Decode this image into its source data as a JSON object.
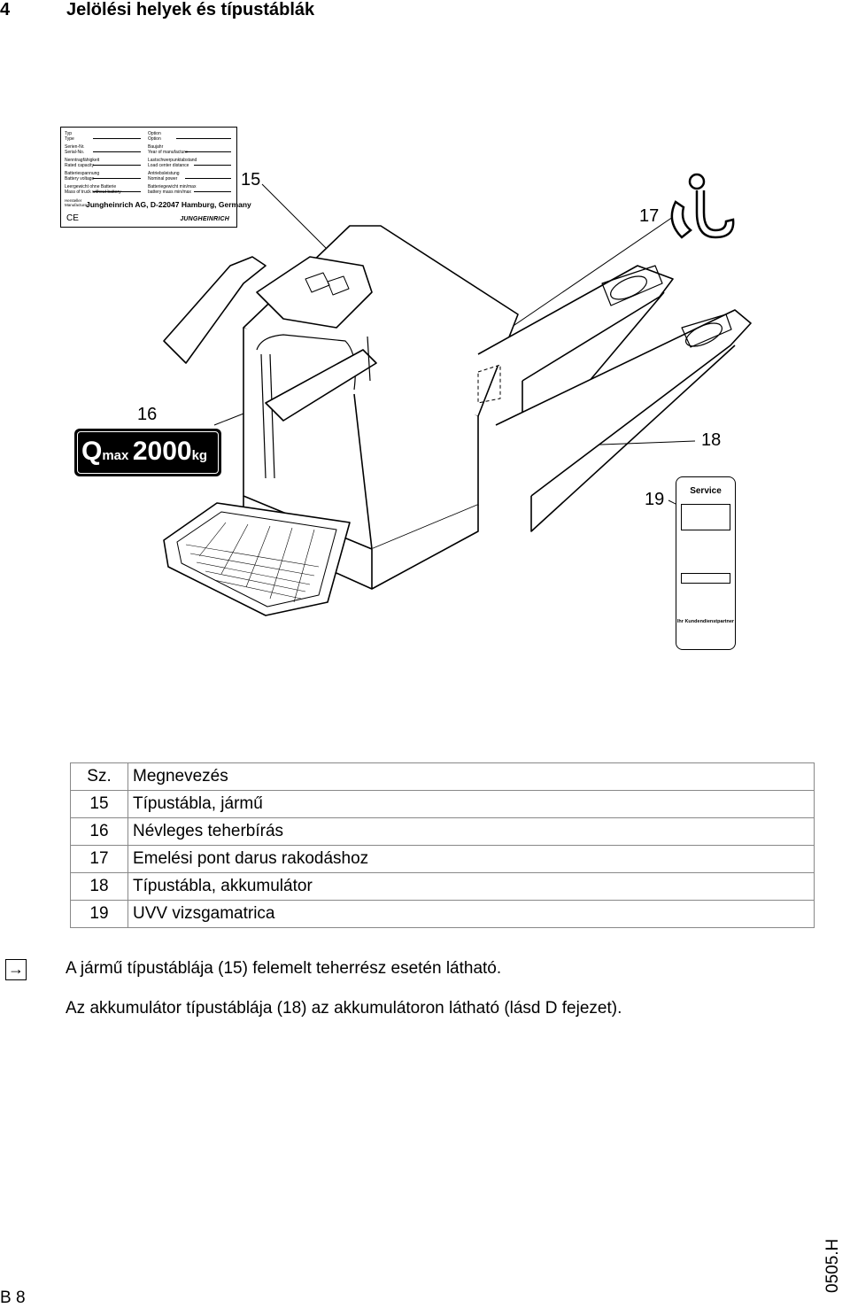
{
  "header": {
    "number": "4",
    "title": "Jelölési helyek és típustáblák"
  },
  "type_plate": {
    "rows": [
      {
        "left": "Typ\nType",
        "right": "Option\nOption"
      },
      {
        "left": "Serien-Nr.\nSerial-No.",
        "right": "Baujahr\nYear of manufacture"
      },
      {
        "left": "Nenntragfähigkeit\nRated capacity",
        "right": "Lastschwerpunktabstand\nLoad center distance"
      },
      {
        "left": "Batteriespannung\nBattery voltage",
        "right": "Antriebsleistung\nNominal power"
      },
      {
        "left": "Leergewicht ohne Batterie\nMass of truck without battery",
        "right": "Batteriegewicht min/max\nbattery mass min/max"
      }
    ],
    "manufacturer_label": "Hersteller\nManufacturer",
    "manufacturer": "Jungheinrich AG, D-22047 Hamburg, Germany",
    "ce_mark": "CE",
    "brand": "JUNGHEINRICH"
  },
  "callouts": {
    "c15": "15",
    "c16": "16",
    "c17": "17",
    "c18": "18",
    "c19": "19"
  },
  "capacity_badge": {
    "q": "Q",
    "sub_max": "max",
    "value": "2000",
    "unit": "kg"
  },
  "service_sticker": {
    "title": "Service",
    "footer": "Ihr Kundendienstpartner",
    "phone_icon": "telephone-icon"
  },
  "legend_table": {
    "header": {
      "no": "Sz.",
      "name": "Megnevezés"
    },
    "rows": [
      {
        "no": "15",
        "name": "Típustábla, jármű"
      },
      {
        "no": "16",
        "name": "Névleges teherbírás"
      },
      {
        "no": "17",
        "name": "Emelési pont darus rakodáshoz"
      },
      {
        "no": "18",
        "name": "Típustábla, akkumulátor"
      },
      {
        "no": "19",
        "name": "UVV vizsgamatrica"
      }
    ]
  },
  "notes": {
    "arrow_icon": "arrow-right-icon",
    "line1": "A jármű típustáblája (15) felemelt teherrész esetén látható.",
    "line2": "Az akkumulátor típustáblája (18) az akkumulátoron látható (lásd D fejezet)."
  },
  "footer": {
    "page": "B 8",
    "code": "0505.H"
  }
}
